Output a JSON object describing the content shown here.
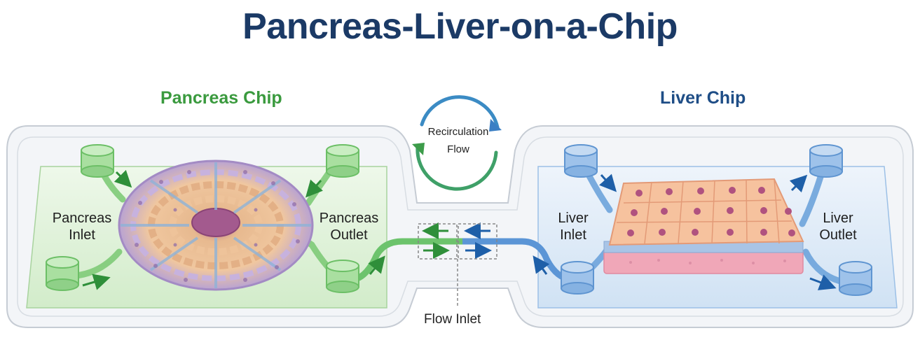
{
  "title": "Pancreas-Liver-on-a-Chip",
  "pancreas_chip": {
    "title": "Pancreas Chip",
    "inlet_label": [
      "Pancreas",
      "Inlet"
    ],
    "outlet_label": [
      "Pancreas",
      "Outlet"
    ],
    "color": "#3a9a3e"
  },
  "liver_chip": {
    "title": "Liver Chip",
    "inlet_label": [
      "Liver",
      "Inlet"
    ],
    "outlet_label": [
      "Liver",
      "Outlet"
    ],
    "color": "#1e4d86"
  },
  "recirculation": [
    "Recirculation",
    "Flow"
  ],
  "flow_inlet": "Flow Inlet"
}
